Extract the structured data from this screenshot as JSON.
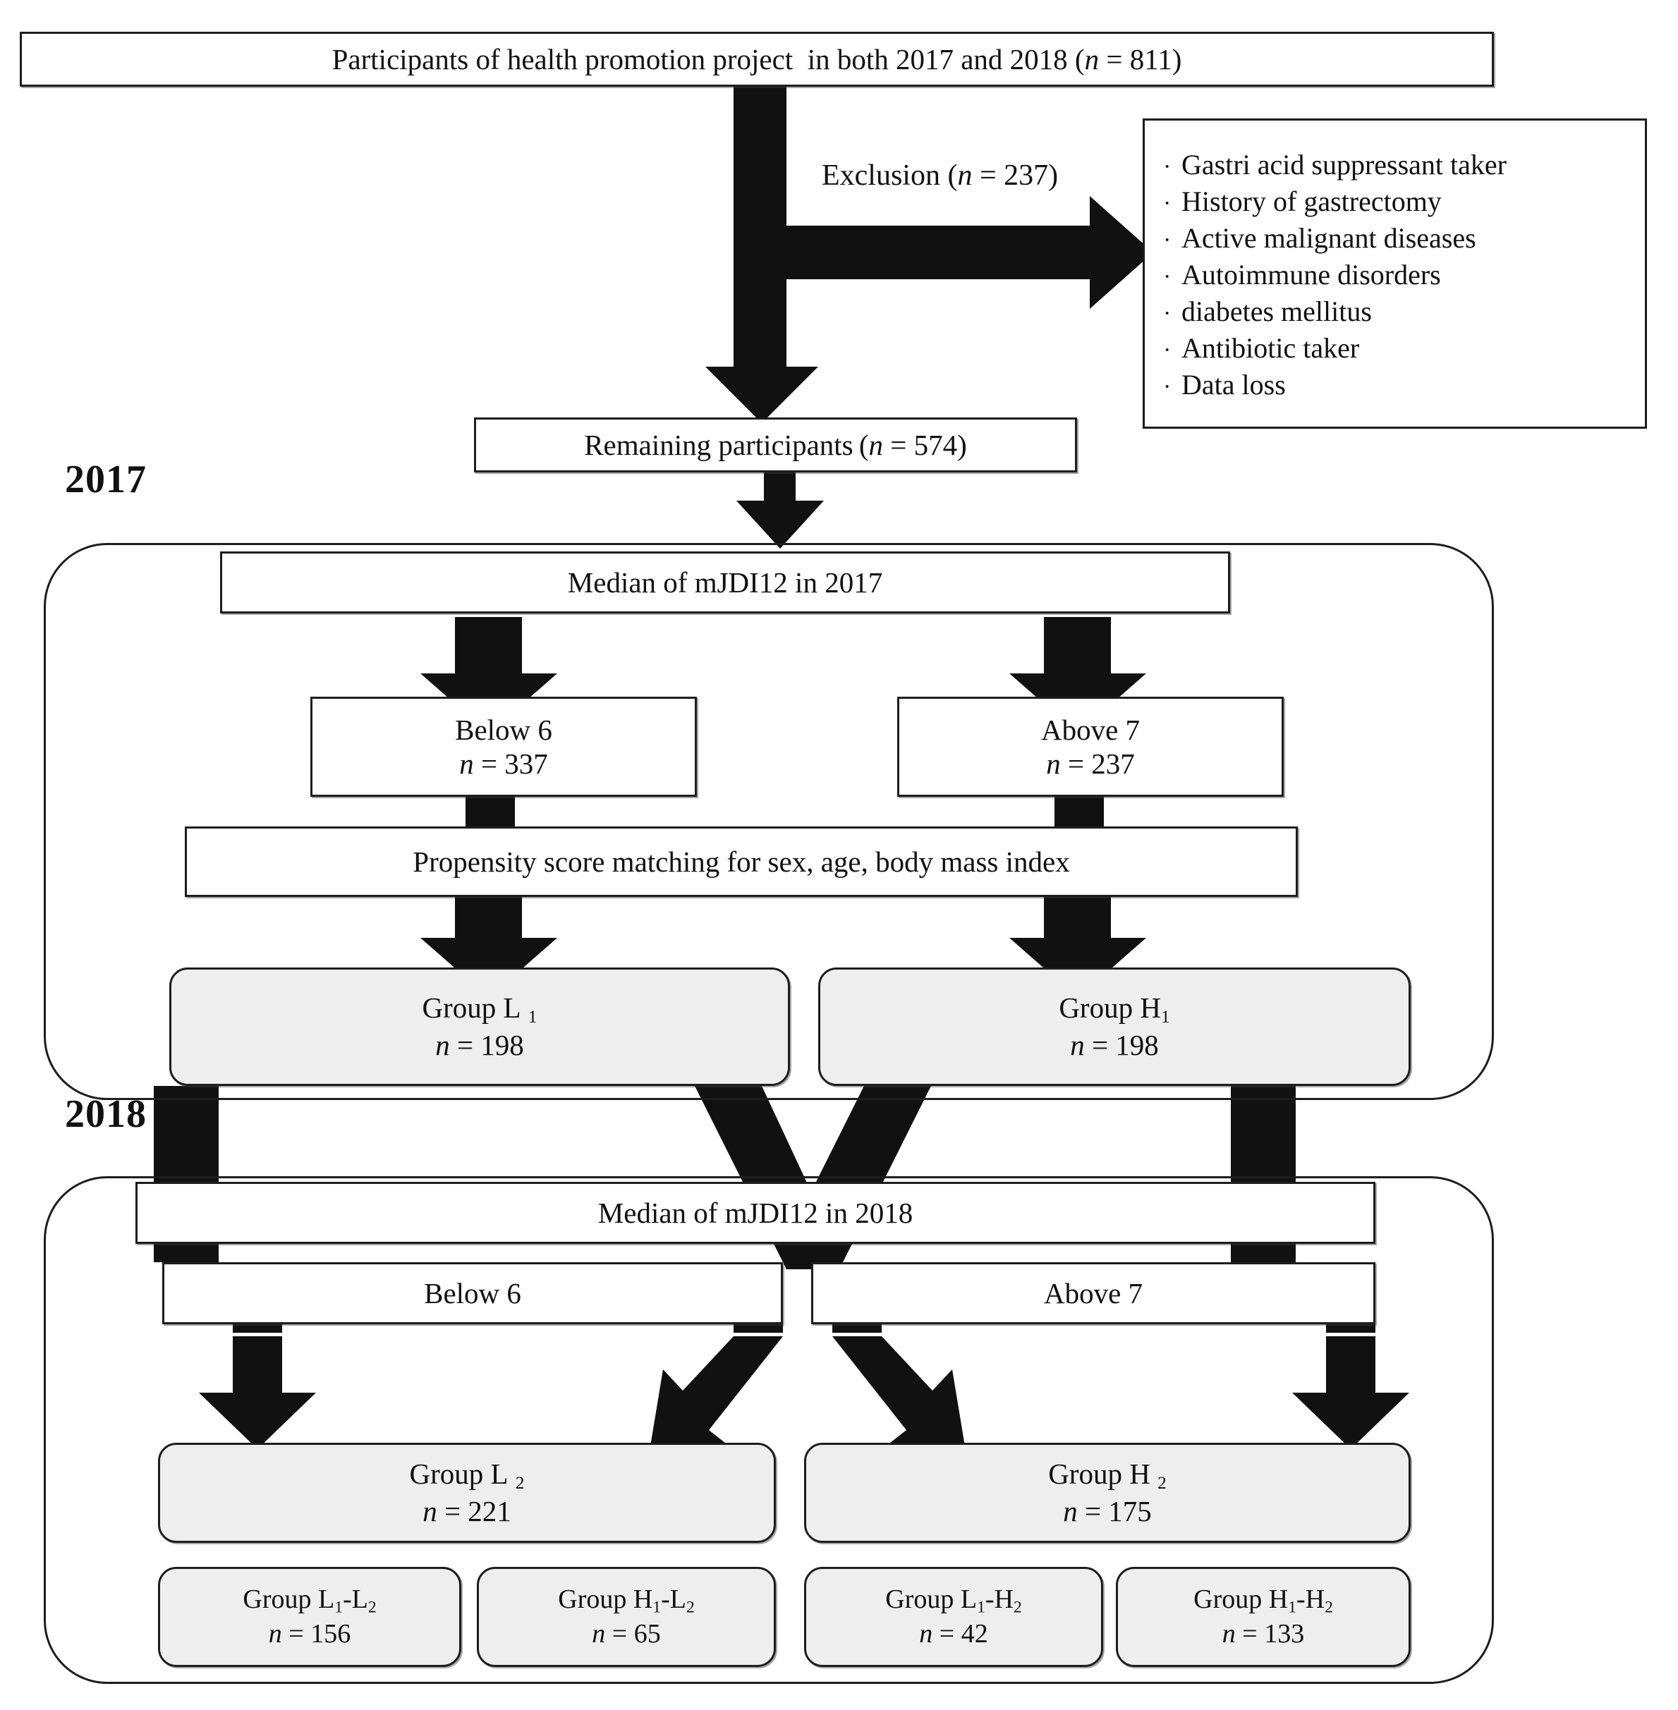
{
  "figure": {
    "type": "flowchart",
    "title": "Study participant selection flow diagram"
  },
  "top": {
    "participants_box": "Participants of health promotion project  in both 2017 and 2018 (n = 811)",
    "exclusion_label": "Exclusion (n = 237)",
    "remaining_box": "Remaining participants (n = 574)"
  },
  "exclusion": {
    "bullet": "·",
    "items": [
      "Gastri acid suppressant taker",
      "History of gastrectomy",
      "Active malignant diseases",
      "Autoimmune disorders",
      "diabetes mellitus",
      "Antibiotic taker",
      "Data loss"
    ]
  },
  "year_2017": {
    "label": "2017",
    "median_box": "Median of mJDI12 in 2017",
    "below_title": "Below 6",
    "below_n": "n = 337",
    "above_title": "Above 7",
    "above_n": "n = 237",
    "matching_box": "Propensity score matching for sex, age, body mass index",
    "group_l1_title": "Group L 1",
    "group_l1_n": "n = 198",
    "group_h1_title": "Group H1",
    "group_h1_n": "n = 198"
  },
  "year_2018": {
    "label": "2018",
    "median_box": "Median of mJDI12 in 2018",
    "below_title": "Below 6",
    "above_title": "Above 7",
    "group_l2_title": "Group L 2",
    "group_l2_n": "n = 221",
    "group_h2_title": "Group H 2",
    "group_h2_n": "n = 175",
    "cross_groups": [
      {
        "title": "Group L1-L2",
        "n": "n = 156"
      },
      {
        "title": "Group H1-L2",
        "n": "n = 65"
      },
      {
        "title": "Group L1-H2",
        "n": "n = 42"
      },
      {
        "title": "Group H1-H2",
        "n": "n = 133"
      }
    ]
  },
  "colors": {
    "line": "#1d1d1d",
    "box_fill": "#ffffff",
    "group_fill": "#eeeeee",
    "page": "#ffffff"
  }
}
